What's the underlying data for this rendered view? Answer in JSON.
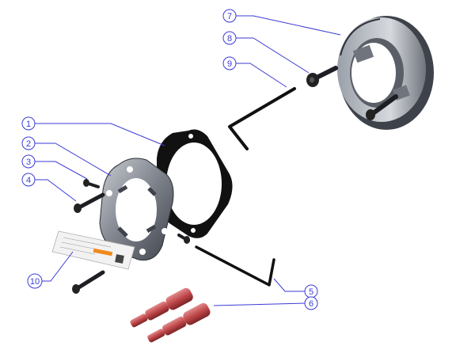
{
  "balloons": [
    {
      "number": "1"
    },
    {
      "number": "2"
    },
    {
      "number": "3"
    },
    {
      "number": "4"
    },
    {
      "number": "5"
    },
    {
      "number": "6"
    },
    {
      "number": "7"
    },
    {
      "number": "8"
    },
    {
      "number": "9"
    },
    {
      "number": "10"
    }
  ],
  "colors": {
    "leader": "#3b3bd6",
    "part_metal": "#8a8f98",
    "gasket": "#111111",
    "connector": "#c0474a",
    "label_accent": "#f08a1c"
  }
}
